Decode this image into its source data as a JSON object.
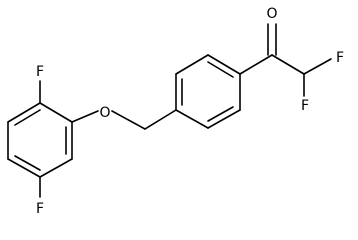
{
  "molecule": {
    "atoms": [
      {
        "id": "o_carbonyl",
        "label": "O"
      },
      {
        "id": "f_top",
        "label": "F"
      },
      {
        "id": "f_bottom",
        "label": "F"
      },
      {
        "id": "o_ether",
        "label": "O"
      },
      {
        "id": "f_ring_top",
        "label": "F"
      },
      {
        "id": "f_ring_bottom",
        "label": "F"
      }
    ],
    "colors": {
      "bond": "#000000",
      "label": "#000000",
      "background": "#ffffff"
    }
  }
}
